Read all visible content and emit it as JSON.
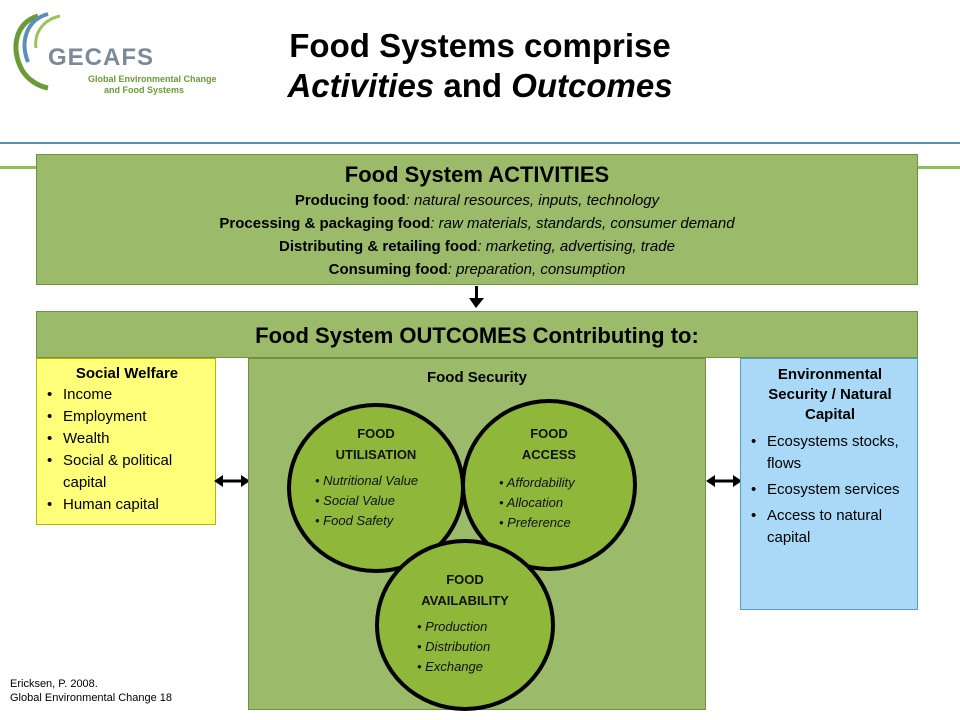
{
  "logo": {
    "name": "GECAFS",
    "subtitle_line1": "Global Environmental Change",
    "subtitle_line2": "and Food Systems"
  },
  "title": {
    "line1": "Food Systems comprise",
    "line2_part1": "Activities",
    "line2_part2": " and ",
    "line2_part3": "Outcomes"
  },
  "activities": {
    "title": "Food System ACTIVITIES",
    "lines": [
      {
        "bold": "Producing food",
        "italic": ": natural resources, inputs, technology"
      },
      {
        "bold": "Processing & packaging food",
        "italic": ": raw materials, standards, consumer demand"
      },
      {
        "bold": "Distributing & retailing food",
        "italic": ": marketing, advertising, trade"
      },
      {
        "bold": "Consuming food",
        "italic": ": preparation, consumption"
      }
    ]
  },
  "outcomes": {
    "title": "Food System OUTCOMES Contributing to:"
  },
  "social_welfare": {
    "title": "Social Welfare",
    "items": [
      "Income",
      "Employment",
      "Wealth",
      "Social & political capital",
      "Human capital"
    ]
  },
  "food_security": {
    "title": "Food Security",
    "utilisation": {
      "title_line1": "FOOD",
      "title_line2": "UTILISATION",
      "items": [
        "• Nutritional Value",
        "• Social Value",
        "• Food Safety"
      ]
    },
    "access": {
      "title_line1": "FOOD",
      "title_line2": "ACCESS",
      "items": [
        "• Affordability",
        "• Allocation",
        "• Preference"
      ]
    },
    "availability": {
      "title_line1": "FOOD",
      "title_line2": "AVAILABILITY",
      "items": [
        "• Production",
        "• Distribution",
        "• Exchange"
      ]
    }
  },
  "environmental": {
    "title": "Environmental Security / Natural Capital",
    "items": [
      "Ecosystems stocks, flows",
      "Ecosystem services",
      "Access to natural capital"
    ]
  },
  "citation": {
    "line1": "Ericksen, P.  2008.",
    "line2": "Global Environmental Change 18"
  },
  "colors": {
    "green_box": "#9bbb6a",
    "circle_fill": "#8fb83a",
    "social_fill": "#ffff7a",
    "env_fill": "#a9d9f6",
    "logo_green": "#6b9b37",
    "logo_grey": "#7a8a99"
  }
}
